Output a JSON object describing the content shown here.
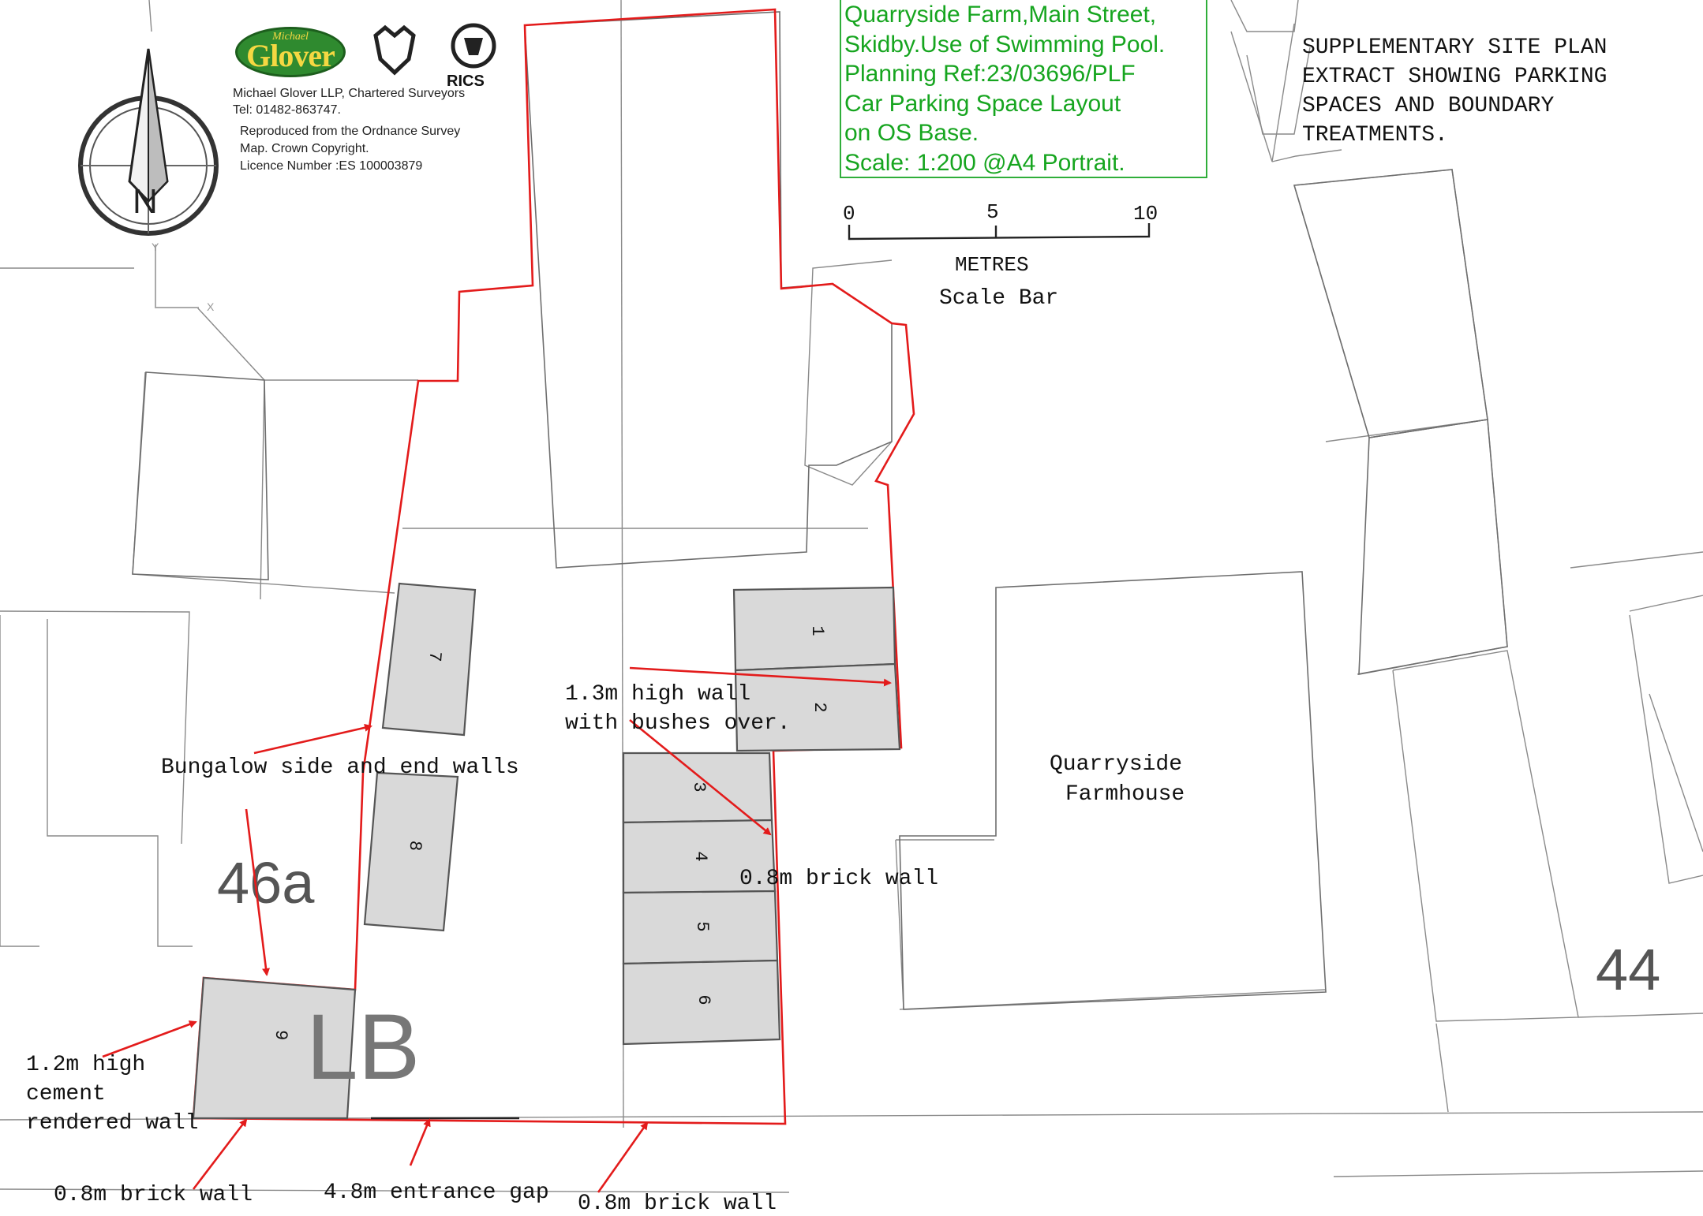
{
  "title_box": {
    "lines": [
      "Quarryside Farm,Main Street,",
      "Skidby.Use of Swimming Pool.",
      "Planning Ref:23/03696/PLF",
      "Car Parking Space Layout",
      "on OS Base.",
      "Scale: 1:200 @A4 Portrait."
    ],
    "color": "#16a51f"
  },
  "supplementary": [
    "SUPPLEMENTARY SITE PLAN",
    "EXTRACT SHOWING PARKING",
    "SPACES AND BOUNDARY",
    "TREATMENTS."
  ],
  "scale_bar": {
    "ticks": [
      "0",
      "5",
      "10"
    ],
    "unit": "METRES",
    "caption": "Scale Bar"
  },
  "company": {
    "logo_small": "Michael",
    "logo_name": "Glover",
    "rics": "RICS",
    "line1": "Michael Glover LLP, Chartered Surveyors",
    "line2": "Tel: 01482-863747.",
    "line3": "Reproduced from the Ordnance Survey",
    "line4": "Map. Crown Copyright.",
    "line5": "Licence Number :ES 100003879"
  },
  "north_arrow": {
    "letter": "N",
    "axis_y": "Y",
    "axis_x": "X"
  },
  "property_labels": {
    "p46a": "46a",
    "p44": "44",
    "lb": "LB",
    "farmhouse_1": "Quarryside",
    "farmhouse_2": "Farmhouse"
  },
  "parking_spaces": [
    "1",
    "2",
    "3",
    "4",
    "5",
    "6",
    "7",
    "8",
    "9"
  ],
  "annotations": {
    "wall_13": [
      "1.3m high wall",
      "with bushes over."
    ],
    "bungalow": "Bungalow side and end walls",
    "brick_right": "0.8m brick wall",
    "cement": [
      "1.2m high",
      "cement",
      "rendered wall"
    ],
    "brick_bottom_left": "0.8m brick wall",
    "entrance": "4.8m entrance gap",
    "brick_bottom_mid": "0.8m brick wall"
  },
  "colors": {
    "boundary": "#e31b1b",
    "space_fill": "#d9d9d9",
    "title_green": "#16a51f"
  }
}
